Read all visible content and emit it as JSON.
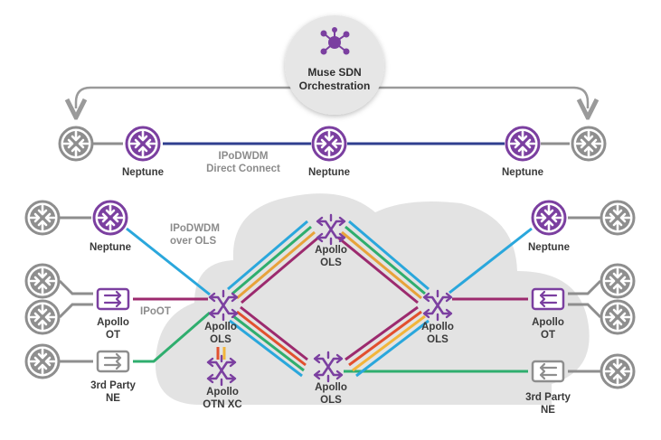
{
  "orchestrator": {
    "line1": "Muse SDN",
    "line2": "Orchestration",
    "icon": "network-hub-icon"
  },
  "labels": {
    "neptune": "Neptune",
    "ipodwdm_direct_1": "IPoDWDM",
    "ipodwdm_direct_2": "Direct Connect",
    "ipodwdm_ols_1": "IPoDWDM",
    "ipodwdm_ols_2": "over OLS",
    "ipoot": "IPoOT",
    "apollo": "Apollo",
    "ols": "OLS",
    "ot": "OT",
    "otn_xc": "OTN XC",
    "third_party": "3rd Party",
    "ne": "NE"
  },
  "colors": {
    "purple": "#7b3fa0",
    "gray_router": "#8e8e8e",
    "navy_link": "#2f3f8f",
    "blue_link": "#2aa7dc",
    "magenta_link": "#9c2a6e",
    "green_link": "#2fae6e",
    "cloud": "#e3e3e3",
    "arrow_gray": "#9a9a9a"
  }
}
